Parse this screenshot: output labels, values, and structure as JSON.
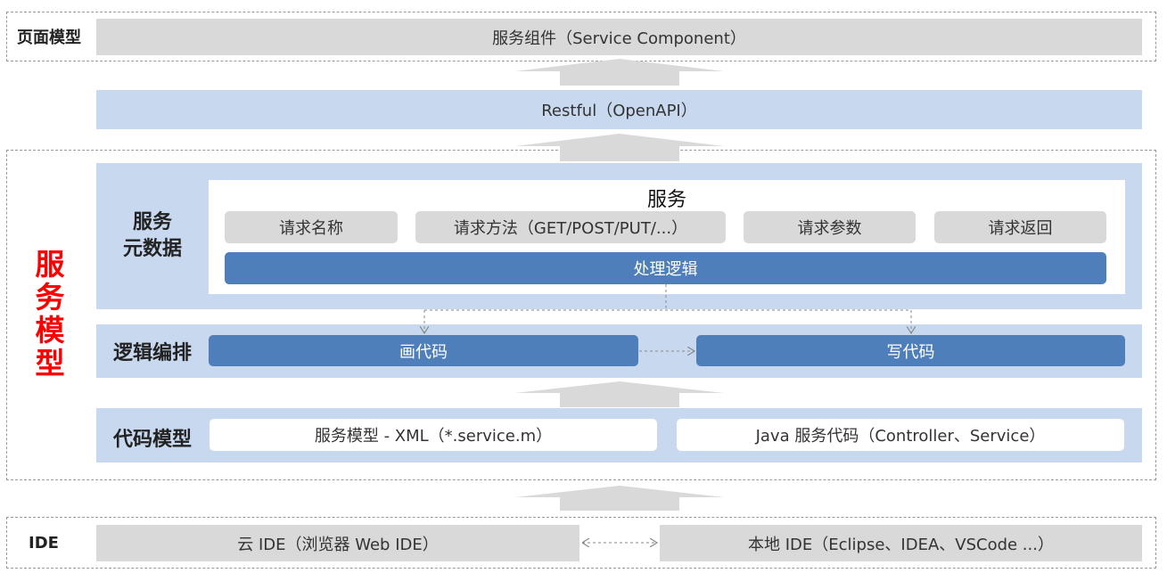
{
  "page_model": {
    "label": "页面模型",
    "service_component": "服务组件（Service Component）"
  },
  "restful": "Restful（OpenAPI）",
  "service_model": {
    "label_chars": [
      "服",
      "务",
      "模",
      "型"
    ],
    "metadata": {
      "label_line1": "服务",
      "label_line2": "元数据",
      "box_title": "服务",
      "items": [
        "请求名称",
        "请求方法（GET/POST/PUT/...）",
        "请求参数",
        "请求返回"
      ],
      "processing": "处理逻辑"
    },
    "logic": {
      "label": "逻辑编排",
      "draw_code": "画代码",
      "write_code": "写代码"
    },
    "code_model": {
      "label": "代码模型",
      "xml": "服务模型 - XML（*.service.m）",
      "java": "Java 服务代码（Controller、Service）"
    }
  },
  "ide": {
    "label": "IDE",
    "cloud": "云 IDE（浏览器 Web IDE）",
    "local": "本地 IDE（Eclipse、IDEA、VSCode ...）"
  },
  "colors": {
    "gray": "#d9d9d9",
    "light_blue": "#c7d8ef",
    "blue": "#4f7fbb",
    "red_label": "#ff0000"
  }
}
